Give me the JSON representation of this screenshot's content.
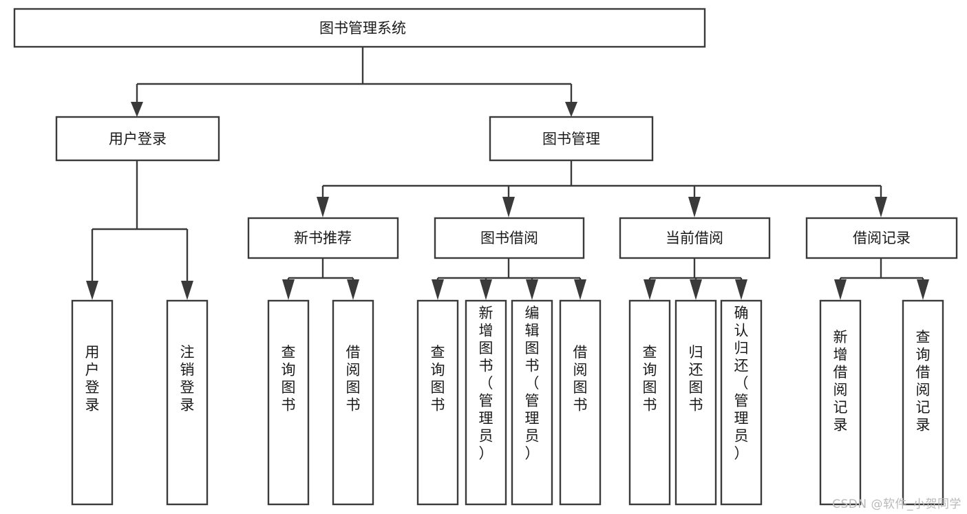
{
  "diagram": {
    "type": "tree-hierarchy",
    "title": "图书管理系统",
    "root": {
      "id": "root",
      "label": "图书管理系统",
      "orientation": "horizontal"
    },
    "level1": [
      {
        "id": "user-login",
        "label": "用户登录",
        "orientation": "horizontal"
      },
      {
        "id": "book-management",
        "label": "图书管理",
        "orientation": "horizontal"
      }
    ],
    "level2": [
      {
        "id": "new-book-recommend",
        "label": "新书推荐",
        "parent": "book-management",
        "orientation": "horizontal"
      },
      {
        "id": "book-borrow",
        "label": "图书借阅",
        "parent": "book-management",
        "orientation": "horizontal"
      },
      {
        "id": "current-borrow",
        "label": "当前借阅",
        "parent": "book-management",
        "orientation": "horizontal"
      },
      {
        "id": "borrow-record",
        "label": "借阅记录",
        "parent": "book-management",
        "orientation": "horizontal"
      }
    ],
    "leaves": [
      {
        "id": "leaf-user-login",
        "label": "用户登录",
        "parent": "user-login",
        "orientation": "vertical"
      },
      {
        "id": "leaf-user-logout",
        "label": "注销登录",
        "parent": "user-login",
        "orientation": "vertical"
      },
      {
        "id": "leaf-query-book-1",
        "label": "查询图书",
        "parent": "new-book-recommend",
        "orientation": "vertical"
      },
      {
        "id": "leaf-borrow-book-1",
        "label": "借阅图书",
        "parent": "new-book-recommend",
        "orientation": "vertical"
      },
      {
        "id": "leaf-query-book-2",
        "label": "查询图书",
        "parent": "book-borrow",
        "orientation": "vertical"
      },
      {
        "id": "leaf-add-book",
        "label": "新增图书（管理员）",
        "parent": "book-borrow",
        "orientation": "vertical"
      },
      {
        "id": "leaf-edit-book",
        "label": "编辑图书（管理员）",
        "parent": "book-borrow",
        "orientation": "vertical"
      },
      {
        "id": "leaf-borrow-book-2",
        "label": "借阅图书",
        "parent": "book-borrow",
        "orientation": "vertical"
      },
      {
        "id": "leaf-query-book-3",
        "label": "查询图书",
        "parent": "current-borrow",
        "orientation": "vertical"
      },
      {
        "id": "leaf-return-book",
        "label": "归还图书",
        "parent": "current-borrow",
        "orientation": "vertical"
      },
      {
        "id": "leaf-confirm-return",
        "label": "确认归还（管理员）",
        "parent": "current-borrow",
        "orientation": "vertical"
      },
      {
        "id": "leaf-add-record",
        "label": "新增借阅记录",
        "parent": "borrow-record",
        "orientation": "vertical"
      },
      {
        "id": "leaf-query-record",
        "label": "查询借阅记录",
        "parent": "borrow-record",
        "orientation": "vertical"
      }
    ],
    "colors": {
      "background": "#ffffff",
      "box_fill": "#ffffff",
      "box_stroke": "#3a3a3a",
      "connector": "#3a3a3a",
      "text": "#1a1a1a",
      "watermark": "#b9b9b9"
    }
  },
  "watermark": {
    "text": "CSDN @软件_小贺同学"
  }
}
